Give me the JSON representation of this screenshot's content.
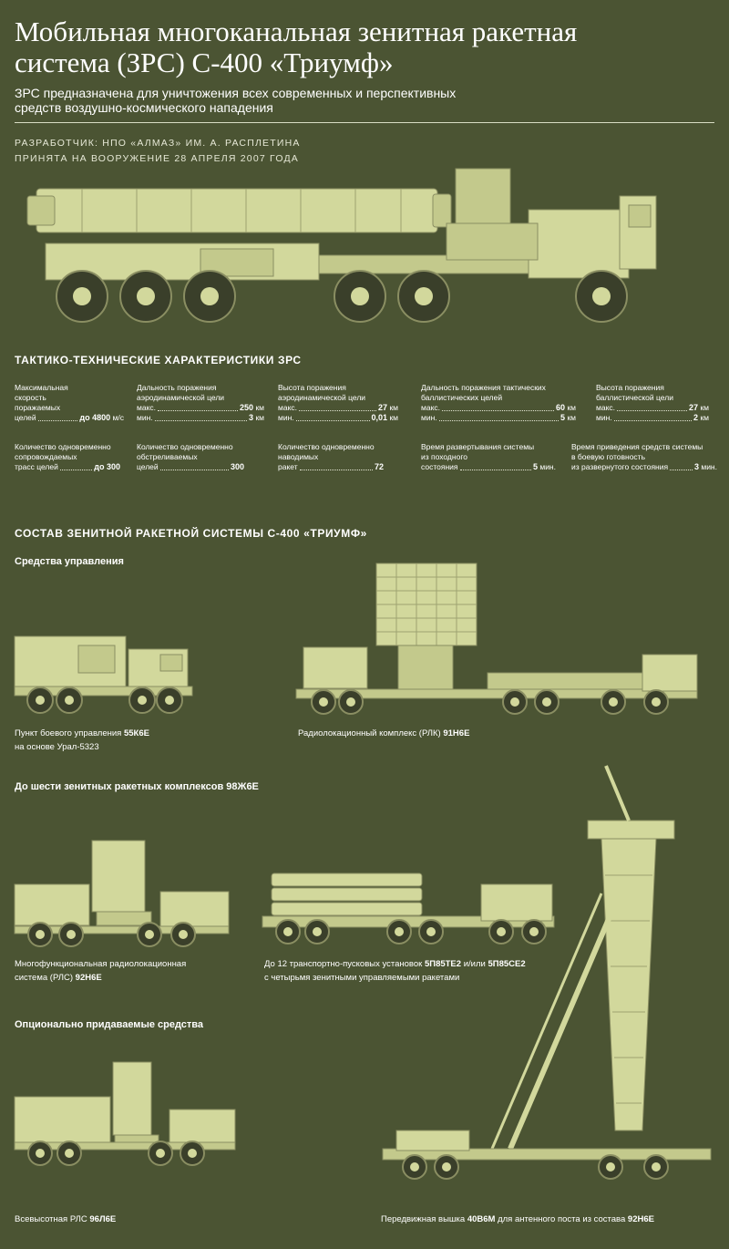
{
  "title_line1": "Мобильная многоканальная зенитная ракетная",
  "title_line2": "система (ЗРС) С-400 «Триумф»",
  "subtitle_line1": "ЗРС предназначена для уничтожения всех современных и перспективных",
  "subtitle_line2": "средств воздушно-космического нападения",
  "developer": "РАЗРАБОТЧИК: НПО «АЛМАЗ» ИМ. А. РАСПЛЕТИНА",
  "adopted": "ПРИНЯТА НА ВООРУЖЕНИЕ 28 АПРЕЛЯ 2007 ГОДА",
  "specs_heading": "ТАКТИКО-ТЕХНИЧЕСКИЕ ХАРАКТЕРИСТИКИ ЗРС",
  "specs": {
    "speed": {
      "l1": "Максимальная",
      "l2": "скорость",
      "l3": "поражаемых",
      "l4": "целей",
      "value": "до 4800",
      "unit": "м/с"
    },
    "aero_range": {
      "l1": "Дальность поражения",
      "l2": "аэродинамической цели",
      "max_label": "макс.",
      "max": "250",
      "min_label": "мин.",
      "min": "3",
      "unit": "км"
    },
    "aero_alt": {
      "l1": "Высота поражения",
      "l2": "аэродинамической цели",
      "max_label": "макс.",
      "max": "27",
      "min_label": "мин.",
      "min": "0,01",
      "unit": "км"
    },
    "tbm_range": {
      "l1": "Дальность поражения тактических",
      "l2": "баллистических целей",
      "max_label": "макс.",
      "max": "60",
      "min_label": "мин.",
      "min": "5",
      "unit": "км"
    },
    "tbm_alt": {
      "l1": "Высота поражения",
      "l2": "баллистической цели",
      "max_label": "макс.",
      "max": "27",
      "min_label": "мин.",
      "min": "2",
      "unit": "км"
    },
    "tracks": {
      "l1": "Количество одновременно",
      "l2": "сопровождаемых",
      "l3": "трасс целей",
      "value": "до 300"
    },
    "engaged": {
      "l1": "Количество одновременно",
      "l2": "обстреливаемых",
      "l3": "целей",
      "value": "300"
    },
    "missiles": {
      "l1": "Количество одновременно",
      "l2": "наводимых",
      "l3": "ракет",
      "value": "72"
    },
    "deploy": {
      "l1": "Время развертывания системы",
      "l2": "из походного",
      "l3": "состояния",
      "value": "5",
      "unit": "мин."
    },
    "ready": {
      "l1": "Время приведения средств системы",
      "l2": "в боевую готовность",
      "l3": "из развернутого состояния",
      "value": "3",
      "unit": "мин."
    }
  },
  "composition_heading": "СОСТАВ ЗЕНИТНОЙ РАКЕТНОЙ СИСТЕМЫ С-400 «ТРИУМФ»",
  "control_heading": "Средства управления",
  "cmd_post": {
    "text": "Пункт боевого управления ",
    "code": "55К6Е",
    "line2": "на основе Урал-5323"
  },
  "radar_complex": {
    "text": "Радиолокационный комплекс (РЛК) ",
    "code": "91Н6Е"
  },
  "sam_heading": "До шести зенитных ракетных комплексов 98Ж6Е",
  "mfr": {
    "line1": "Многофункциональная радиолокационная",
    "line2": "система (РЛС) ",
    "code": "92Н6Е"
  },
  "tel": {
    "text": "До 12 транспортно-пусковых установок ",
    "code1": "5П85ТЕ2",
    "mid": " и/или ",
    "code2": "5П85СЕ2",
    "line2": "с четырьмя зенитными управляемыми ракетами"
  },
  "optional_heading": "Опционально придаваемые средства",
  "allalt": {
    "text": "Всевысотная РЛС ",
    "code": "96Л6Е"
  },
  "tower": {
    "text": "Передвижная вышка ",
    "code": "40В6М",
    "mid": " для антенного поста из состава ",
    "code2": "92Н6Е"
  },
  "colors": {
    "background": "#4b5433",
    "vehicle": "#d2d89c",
    "outline": "#8a8e62"
  }
}
